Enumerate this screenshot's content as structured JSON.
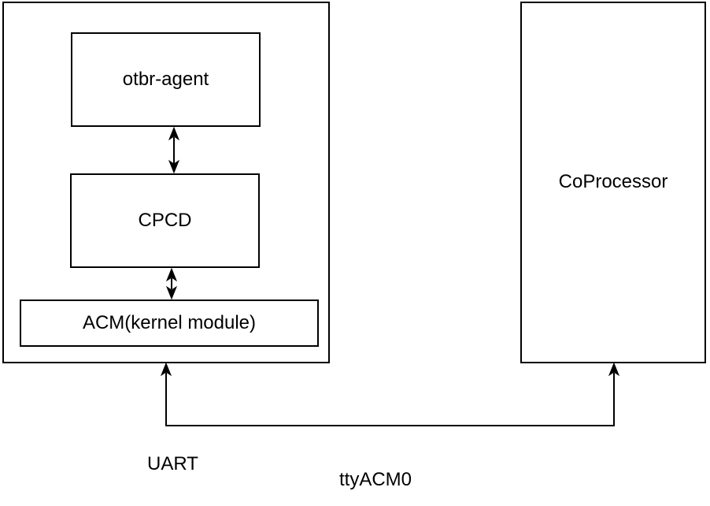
{
  "diagram": {
    "type": "architecture-block-diagram",
    "colors": {
      "stroke": "#000000",
      "fill": "#ffffff",
      "text": "#000000",
      "background": "#ffffff"
    },
    "host_stack": {
      "otbr_agent": {
        "label": "otbr-agent"
      },
      "cpcd": {
        "label": "CPCD"
      },
      "acm": {
        "label": "ACM(kernel module)"
      }
    },
    "coprocessor": {
      "label": "CoProcessor"
    },
    "connections": [
      {
        "from": "otbr-agent",
        "to": "CPCD",
        "style": "double-arrow-vertical"
      },
      {
        "from": "CPCD",
        "to": "ACM(kernel module)",
        "style": "double-arrow-vertical"
      },
      {
        "from": "host container",
        "to": "CoProcessor",
        "style": "u-shaped-double-arrow",
        "labels": [
          "UART",
          "ttyACM0"
        ]
      }
    ],
    "edge_labels": {
      "uart": "UART",
      "ttyacm0": "ttyACM0"
    }
  }
}
